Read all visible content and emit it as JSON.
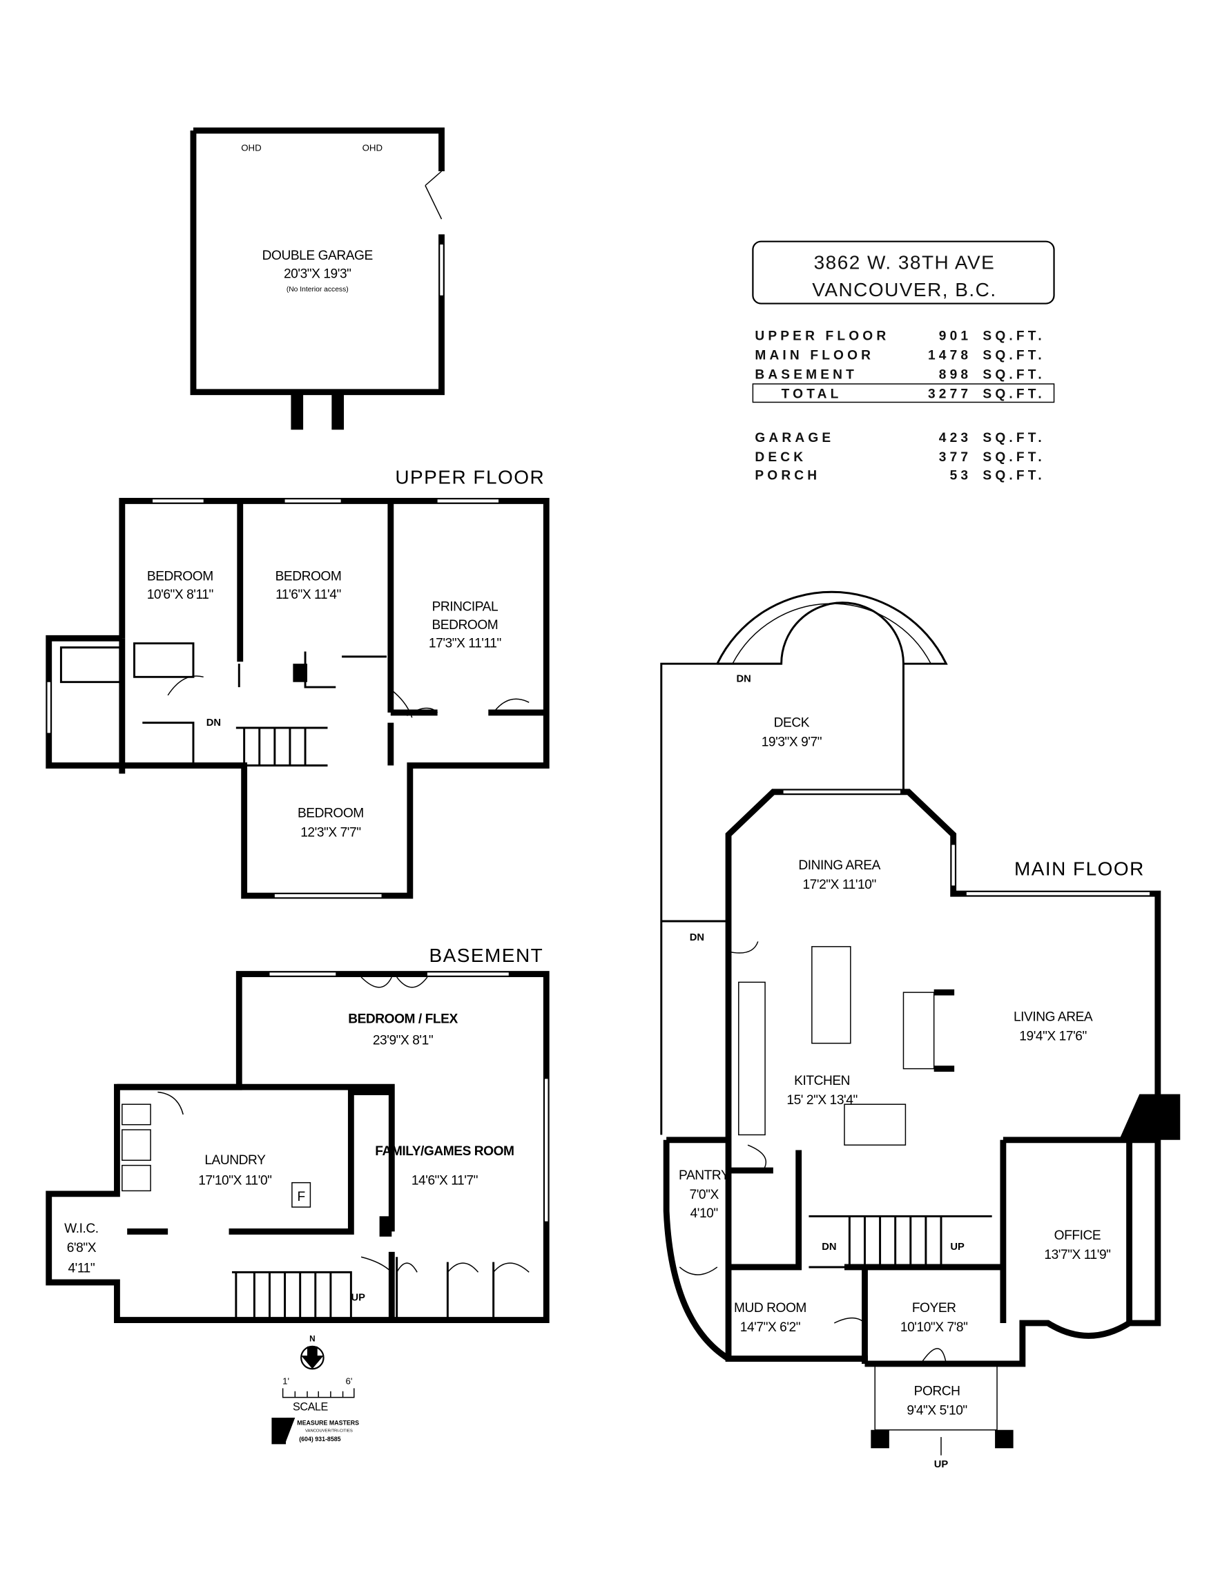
{
  "title": {
    "line1": "3862 W. 38TH AVE",
    "line2": "VANCOUVER, B.C."
  },
  "areas": {
    "floors": [
      {
        "label": "UPPER FLOOR",
        "value": "901",
        "unit": "SQ.FT."
      },
      {
        "label": "MAIN FLOOR",
        "value": "1478",
        "unit": "SQ.FT."
      },
      {
        "label": "BASEMENT",
        "value": "898",
        "unit": "SQ.FT."
      }
    ],
    "total": {
      "label": "TOTAL",
      "value": "3277",
      "unit": "SQ.FT."
    },
    "other": [
      {
        "label": "GARAGE",
        "value": "423",
        "unit": "SQ.FT."
      },
      {
        "label": "DECK",
        "value": "377",
        "unit": "SQ.FT."
      },
      {
        "label": "PORCH",
        "value": "53",
        "unit": "SQ.FT."
      }
    ]
  },
  "garage": {
    "ohd1": "OHD",
    "ohd2": "OHD",
    "name": "DOUBLE GARAGE",
    "size": "20'3\"X 19'3\"",
    "note": "(No Interior access)"
  },
  "upper": {
    "heading": "UPPER FLOOR",
    "bed1": {
      "name": "BEDROOM",
      "size": "10'6\"X 8'11\""
    },
    "bed2": {
      "name": "BEDROOM",
      "size": "11'6\"X 11'4\""
    },
    "principal": {
      "name1": "PRINCIPAL",
      "name2": "BEDROOM",
      "size": "17'3\"X 11'11\""
    },
    "bed3": {
      "name": "BEDROOM",
      "size": "12'3\"X 7'7\""
    },
    "dn": "DN"
  },
  "basement": {
    "heading": "BASEMENT",
    "flex": {
      "name": "BEDROOM / FLEX",
      "size": "23'9\"X 8'1\""
    },
    "laundry": {
      "name": "LAUNDRY",
      "size": "17'10\"X 11'0\""
    },
    "family": {
      "name": "FAMILY/GAMES ROOM",
      "size": "14'6\"X 11'7\""
    },
    "wic": {
      "name": "W.I.C.",
      "size1": "6'8\"X",
      "size2": "4'11\""
    },
    "fireplace": "F",
    "up": "UP"
  },
  "main": {
    "heading": "MAIN FLOOR",
    "deck": {
      "name": "DECK",
      "size": "19'3\"X 9'7\""
    },
    "dining": {
      "name": "DINING AREA",
      "size": "17'2\"X 11'10\""
    },
    "living": {
      "name": "LIVING AREA",
      "size": "19'4\"X 17'6\""
    },
    "kitchen": {
      "name": "KITCHEN",
      "size": "15' 2\"X 13'4\""
    },
    "pantry": {
      "name": "PANTRY",
      "size1": "7'0\"X",
      "size2": "4'10\""
    },
    "office": {
      "name": "OFFICE",
      "size": "13'7\"X 11'9\""
    },
    "mud": {
      "name": "MUD ROOM",
      "size": "14'7\"X 6'2\""
    },
    "foyer": {
      "name": "FOYER",
      "size": "10'10\"X 7'8\""
    },
    "porch": {
      "name": "PORCH",
      "size": "9'4\"X 5'10\""
    },
    "dn_deck": "DN",
    "dn_side": "DN",
    "dn_stair": "DN",
    "up_stair": "UP",
    "up_porch": "UP"
  },
  "legend": {
    "north": "N",
    "scale_min": "1'",
    "scale_max": "6'",
    "scale": "SCALE",
    "brand": "MEASURE MASTERS",
    "brand_sub": "VANCOUVER/TRI-CITIES",
    "phone": "(604) 931-8585"
  }
}
